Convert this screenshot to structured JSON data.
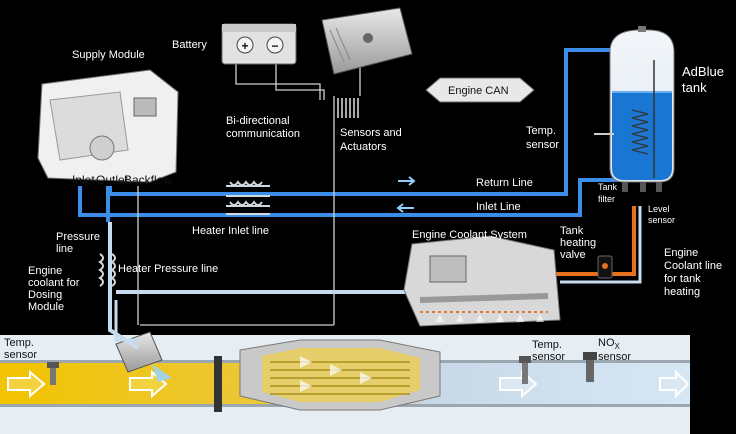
{
  "labels": {
    "supply_module": "Supply Module",
    "battery": "Battery",
    "engine_can": "Engine CAN",
    "adblue_tank": [
      "AdBlue",
      "tank"
    ],
    "temp_sensor_tank": [
      "Temp.",
      "sensor"
    ],
    "bidirectional": [
      "Bi-directional",
      "communication"
    ],
    "sensors_actuators": [
      "Sensors and",
      "Actuators"
    ],
    "return_line": "Return Line",
    "inlet_line": "Inlet Line",
    "heater_inlet_line": "Heater Inlet line",
    "pressure_line": [
      "Pressure",
      "line"
    ],
    "heater_pressure_line": "Heater Pressure line",
    "engine_coolant_dosing": [
      "Engine",
      "coolant for",
      "Dosing",
      "Module"
    ],
    "engine_coolant_system": "Engine Coolant System",
    "tank_heating_valve": [
      "Tank",
      "heating",
      "valve"
    ],
    "tank_filter": [
      "Tank",
      "filter"
    ],
    "level_sensor": [
      "Level",
      "sensor"
    ],
    "engine_coolant_tank_heating": [
      "Engine",
      "Coolant line",
      "for tank",
      "heating"
    ],
    "temp_sensor_inlet": [
      "Temp.",
      "sensor"
    ],
    "temp_sensor_outlet": [
      "Temp.",
      "sensor"
    ],
    "nox_sensor_main": "NO",
    "nox_sensor_sub": "X",
    "nox_sensor_word": "sensor",
    "port_inlet": "Inlet",
    "port_outlet": "Outlet",
    "port_backflow": "Backflow"
  },
  "colors": {
    "adblue_line": "#3a8ee8",
    "coolant_line": "#e8701c",
    "exhaust_hot": "#f2c400",
    "exhaust_clean": "#cfe3f3"
  }
}
